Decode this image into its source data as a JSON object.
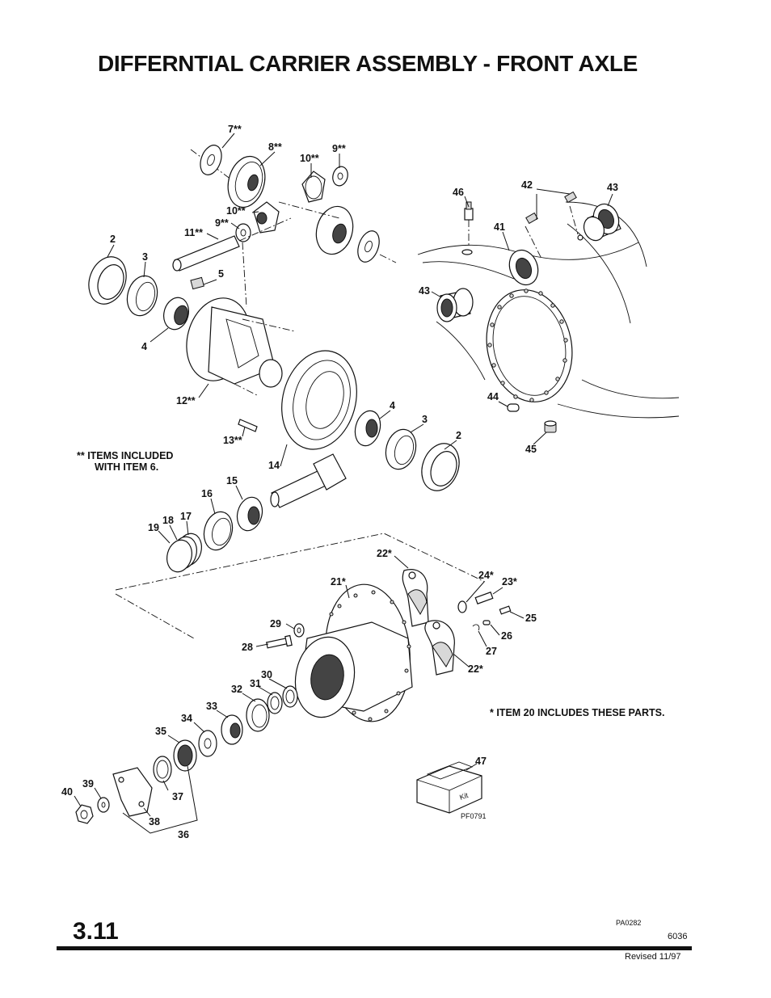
{
  "title": "DIFFERNTIAL CARRIER ASSEMBLY - FRONT AXLE",
  "section": "3.11",
  "doc_ref": "PA0282",
  "page_code": "6036",
  "revised": "Revised 11/97",
  "kit_ref": "PF0791",
  "kit_label": "Kit",
  "notes": {
    "items6_line1": "** ITEMS INCLUDED",
    "items6_line2": "WITH ITEM 6.",
    "item20": "* ITEM 20 INCLUDES THESE PARTS."
  },
  "callouts": {
    "c7": "7**",
    "c8": "8**",
    "c10a": "10**",
    "c9a": "9**",
    "c10b": "10**",
    "c9b": "9**",
    "c11": "11**",
    "c2a": "2",
    "c3a": "3",
    "c5": "5",
    "c4a": "4",
    "c12": "12**",
    "c13": "13**",
    "c14": "14",
    "c4b": "4",
    "c3b": "3",
    "c2b": "2",
    "c46": "46",
    "c42": "42",
    "c43a": "43",
    "c41": "41",
    "c43b": "43",
    "c44": "44",
    "c45": "45",
    "c15": "15",
    "c16": "16",
    "c17": "17",
    "c18": "18",
    "c19": "19",
    "c22a": "22*",
    "c21": "21*",
    "c24": "24*",
    "c23": "23*",
    "c25": "25",
    "c26": "26",
    "c27": "27",
    "c22b": "22*",
    "c29": "29",
    "c28": "28",
    "c30": "30",
    "c31": "31",
    "c32": "32",
    "c33": "33",
    "c34": "34",
    "c35": "35",
    "c37": "37",
    "c39": "39",
    "c40": "40",
    "c38": "38",
    "c36": "36",
    "c47": "47"
  }
}
